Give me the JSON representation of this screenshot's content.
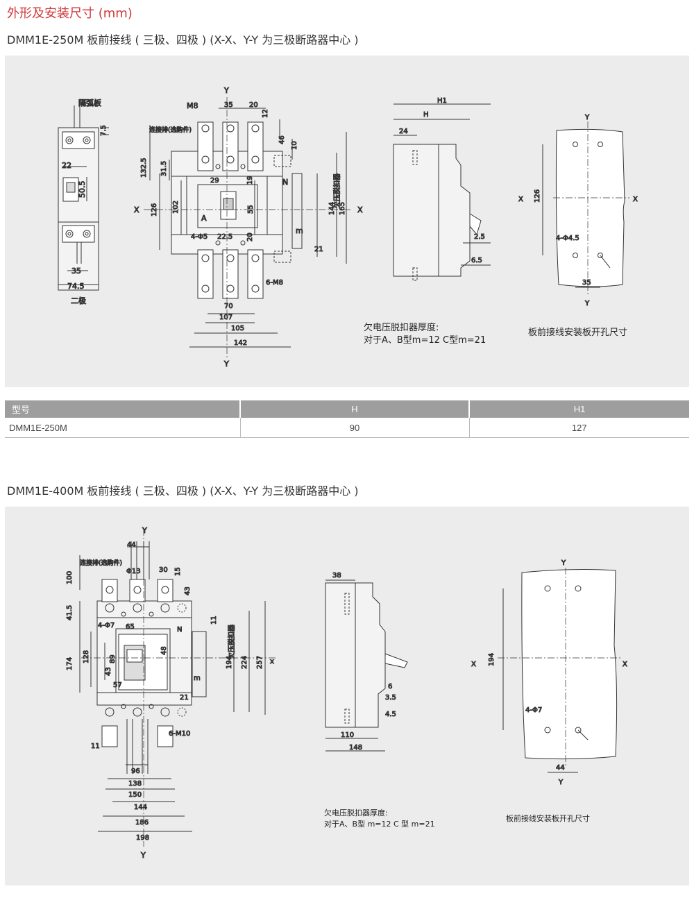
{
  "page_title": "外形及安装尺寸 (mm)",
  "section1": {
    "title": "DMM1E-250M 板前接线 ( 三极、四极 )   (X-X、Y-Y 为三极断路器中心 )",
    "left": {
      "labels": {
        "arc_plate": "隔弧板",
        "two_pole": "二极"
      },
      "dims": [
        "7.5",
        "22",
        "50.5",
        "35",
        "74.5"
      ]
    },
    "front": {
      "labels": {
        "y_top": "Y",
        "y_bottom": "Y",
        "x_left": "X",
        "x_right": "X",
        "m8": "M8",
        "conn_bar": "连接排(选购件)",
        "n": "N",
        "a": "A",
        "uv_release": "欠压脱扣器",
        "m": "m",
        "holes": "4-Φ5",
        "six_m8": "6-M8"
      },
      "dims": [
        "35",
        "20",
        "12",
        "46",
        "10",
        "132.5",
        "31.5",
        "29",
        "19",
        "126",
        "102",
        "55",
        "22.5",
        "20",
        "144",
        "165",
        "21",
        "70",
        "107",
        "105",
        "142"
      ]
    },
    "side": {
      "labels": {
        "h1": "H1",
        "h": "H"
      },
      "dims": [
        "24",
        "2.5",
        "6.5"
      ]
    },
    "cutout": {
      "labels": {
        "y_top": "Y",
        "y_bottom": "Y",
        "x_left": "X",
        "x_right": "X",
        "holes": "4-Φ4.5"
      },
      "dims": [
        "126",
        "35"
      ]
    },
    "note_line1": "欠电压脱扣器厚度:",
    "note_line2": "对于A、B型m=12  C型m=21",
    "cutout_caption": "板前接线安装板开孔尺寸"
  },
  "table": {
    "headers": [
      "型号",
      "H",
      "H1"
    ],
    "rows": [
      [
        "DMM1E-250M",
        "90",
        "127"
      ]
    ]
  },
  "section2": {
    "title": "DMM1E-400M 板前接线 ( 三极、四极 )   (X-X、Y-Y 为三极断路器中心 )",
    "front": {
      "labels": {
        "y_top": "Y",
        "y_bottom": "Y",
        "x_right": "x",
        "conn_bar": "连接排(选购件)",
        "phi13": "Φ13",
        "holes": "4-Φ7",
        "n": "N",
        "uv_release": "欠压脱扣器",
        "m": "m",
        "six_m10": "6-M10"
      },
      "dims": [
        "44",
        "30",
        "15",
        "43",
        "100",
        "41.5",
        "11",
        "65",
        "174",
        "128",
        "89",
        "48",
        "43",
        "57",
        "194",
        "224",
        "257",
        "21",
        "11",
        "96",
        "138",
        "150",
        "144",
        "186",
        "198"
      ]
    },
    "side": {
      "dims": [
        "38",
        "6",
        "3.5",
        "4.5",
        "110",
        "148"
      ]
    },
    "cutout": {
      "labels": {
        "y_top": "Y",
        "y_bottom": "Y",
        "x_left": "X",
        "x_right": "X",
        "holes": "4-Φ7"
      },
      "dims": [
        "194",
        "44"
      ]
    },
    "note_line1": "欠电压脱扣器厚度:",
    "note_line2": "对于A、B型 m=12  C 型 m=21",
    "cutout_caption": "板前接线安装板开孔尺寸"
  }
}
